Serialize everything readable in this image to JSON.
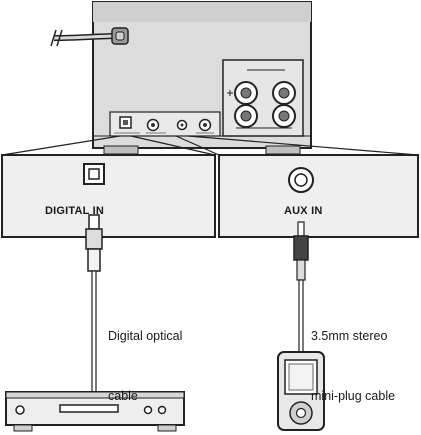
{
  "digital_panel": {
    "label": "DIGITAL IN"
  },
  "aux_panel": {
    "label": "AUX IN"
  },
  "optical_cable": {
    "label_line1": "Digital optical",
    "label_line2": "cable"
  },
  "aux_cable": {
    "label_line1": "3.5mm stereo",
    "label_line2": "mini-plug cable"
  },
  "colors": {
    "line": "#222222",
    "fill_light": "#ececec",
    "fill_mid": "#c8c8c8",
    "fill_dark": "#6a6a6a"
  },
  "icons": [
    "power-cord-icon",
    "speaker-terminal-icon",
    "optical-jack-icon",
    "stereo-jack-icon",
    "optical-plug-icon",
    "mini-plug-icon",
    "cd-player-icon",
    "portable-player-icon"
  ]
}
